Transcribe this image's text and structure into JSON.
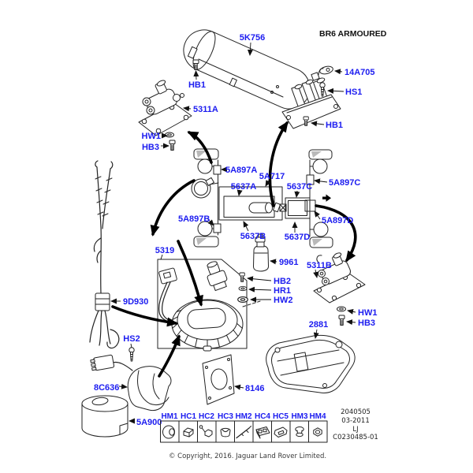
{
  "header": {
    "note": "BR6 ARMOURED"
  },
  "colors": {
    "callout": "#1c1cf0",
    "line": "#222222",
    "arrow": "#000000"
  },
  "callouts": {
    "tank": "5K756",
    "hb1_left": "HB1",
    "bracket_14a705": "14A705",
    "screw_hs1": "HS1",
    "hb1_right": "HB1",
    "valve_front": "5311A",
    "washer_hw1_front": "HW1",
    "bolt_hb3_front": "HB3",
    "mount_a": "5A897A",
    "pipe": "5A717",
    "frame_a": "5637A",
    "frame_c": "5637C",
    "mount_c": "5A897C",
    "mount_b": "5A897B",
    "frame_b": "5637B",
    "frame_d": "5637D",
    "mount_d": "5A897D",
    "kit": "5319",
    "bottle": "9961",
    "valve_rear": "5311B",
    "bolt_hb2": "HB2",
    "washer_hr1": "HR1",
    "washer_hw2": "HW2",
    "harness": "9D930",
    "washer_hw1_rear": "HW1",
    "bolt_hb3_rear": "HB3",
    "pan": "2881",
    "screw_hs2": "HS2",
    "bracket_8c636": "8C636",
    "plate_8146": "8146",
    "canister": "5A900"
  },
  "hardware_strip": {
    "items": [
      {
        "label": "HM1",
        "icon": "grommet-icon"
      },
      {
        "label": "HC1",
        "icon": "clip-icon"
      },
      {
        "label": "HC2",
        "icon": "stud-clip-icon"
      },
      {
        "label": "HC3",
        "icon": "cap-clip-icon"
      },
      {
        "label": "HM2",
        "icon": "cable-tie-icon"
      },
      {
        "label": "HC4",
        "icon": "block-clip-icon"
      },
      {
        "label": "HC5",
        "icon": "edge-clip-icon"
      },
      {
        "label": "HM3",
        "icon": "mushroom-grommet-icon"
      },
      {
        "label": "HM4",
        "icon": "nut-icon"
      }
    ]
  },
  "version_block": {
    "line1": "2040505",
    "line2": "03-2011",
    "line3": "LJ",
    "line4": "C0230485-01"
  },
  "footer": {
    "copyright": "© Copyright, 2016. Jaguar Land Rover Limited."
  }
}
